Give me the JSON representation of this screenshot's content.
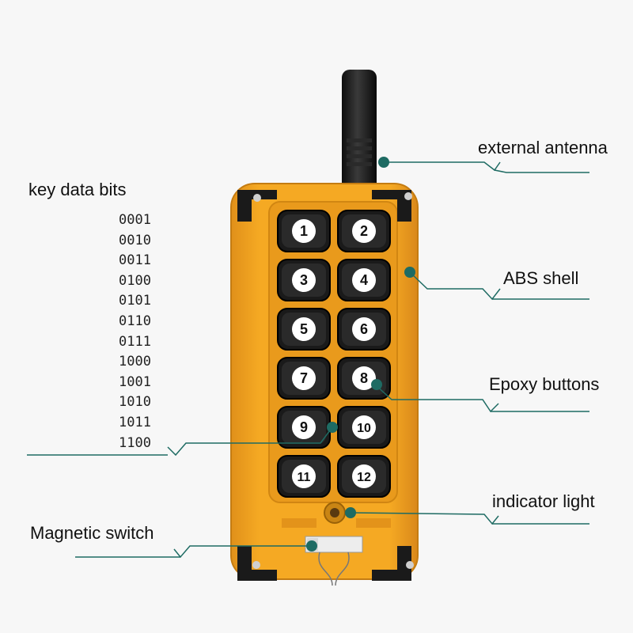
{
  "labels": {
    "external_antenna": "external antenna",
    "abs_shell": "ABS shell",
    "epoxy_buttons": "Epoxy buttons",
    "indicator_light": "indicator light",
    "magnetic_switch": "Magnetic switch",
    "key_data_bits": "key data bits"
  },
  "key_bits": [
    "0001",
    "0010",
    "0011",
    "0100",
    "0101",
    "0110",
    "0111",
    "1000",
    "1001",
    "1010",
    "1011",
    "1100"
  ],
  "buttons": [
    "1",
    "2",
    "3",
    "4",
    "5",
    "6",
    "7",
    "8",
    "9",
    "10",
    "11",
    "12"
  ],
  "colors": {
    "shell": "#f2a21c",
    "callout": "#1e6b63",
    "button": "#1a1a1a",
    "antenna": "#1c1c1c"
  }
}
